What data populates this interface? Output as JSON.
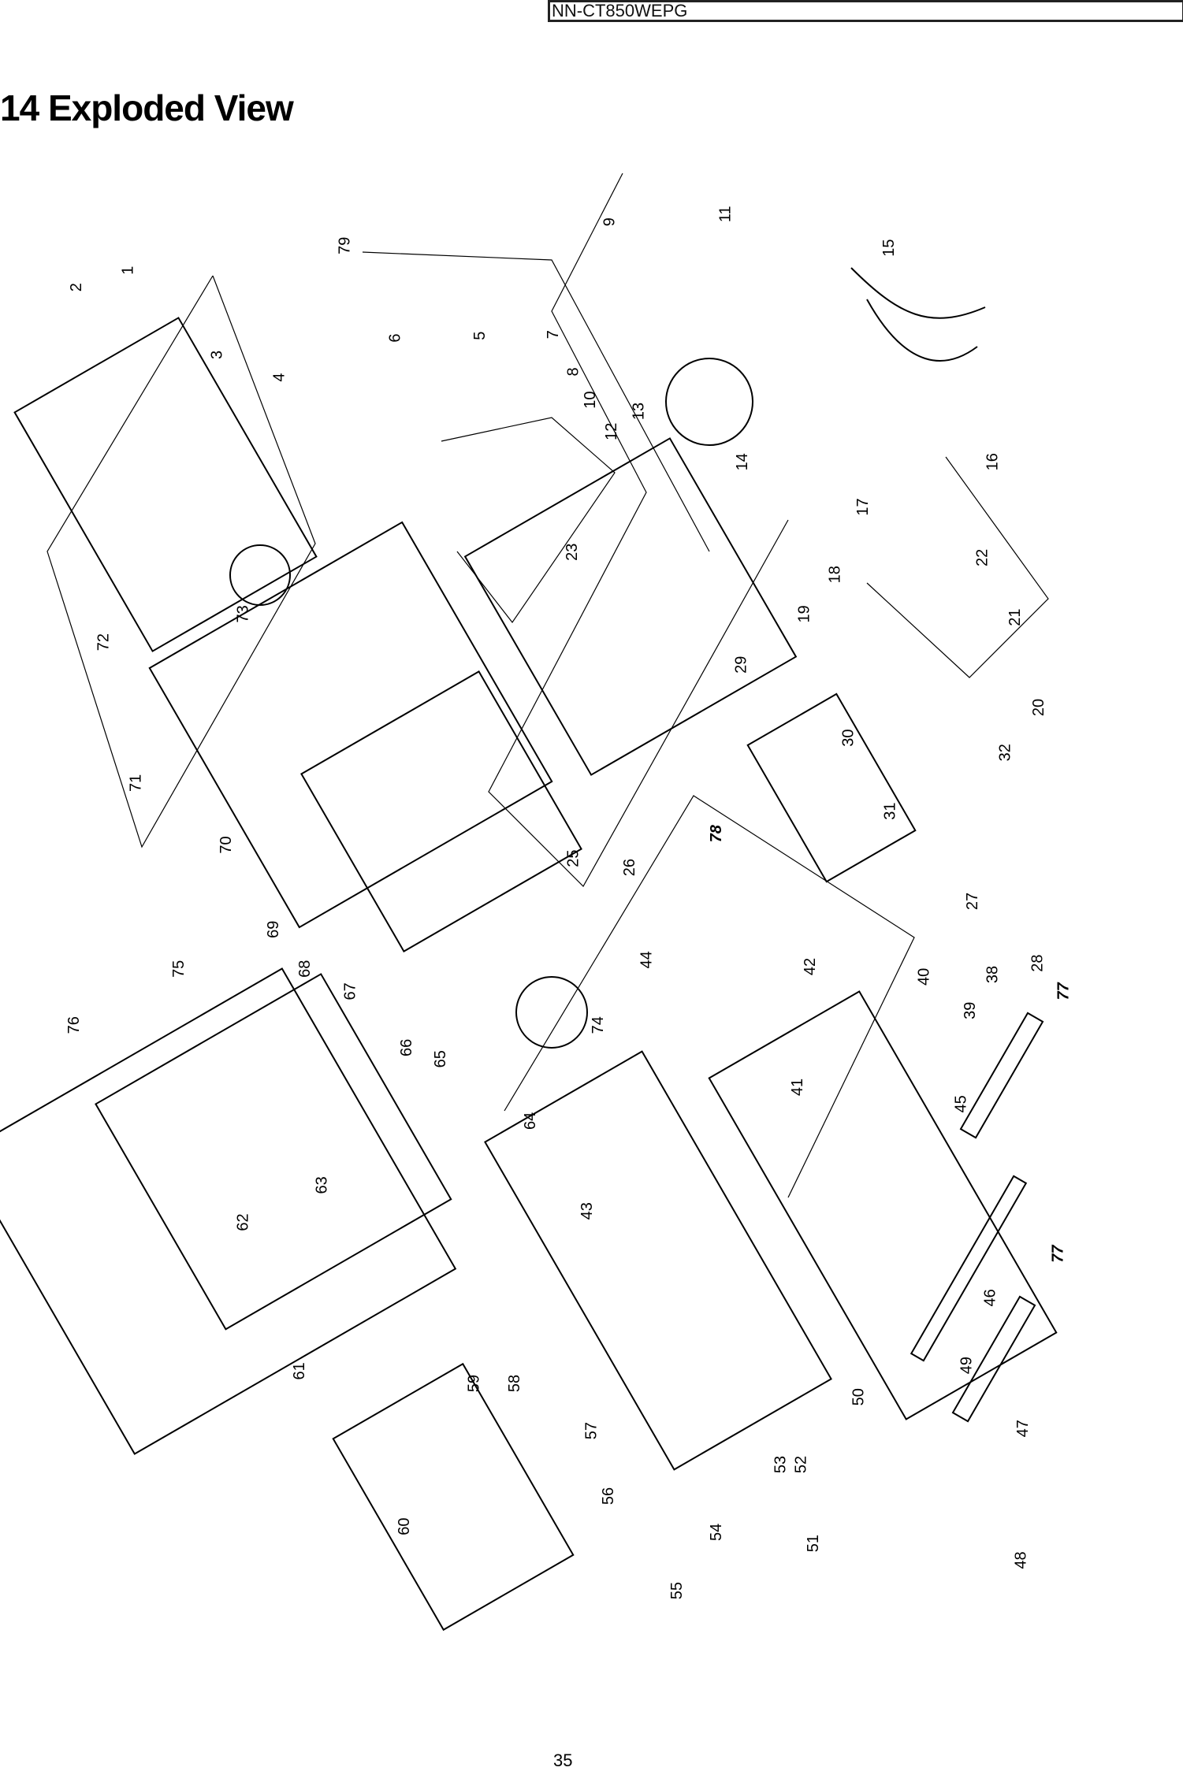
{
  "header": {
    "model": "NN-CT850WEPG"
  },
  "title": "14 Exploded View",
  "page_number": "35",
  "diagram": {
    "part_labels": [
      "1",
      "2",
      "3",
      "4",
      "5",
      "6",
      "7",
      "8",
      "9",
      "10",
      "11",
      "12",
      "13",
      "14",
      "15",
      "16",
      "17",
      "18",
      "19",
      "20",
      "21",
      "22",
      "23",
      "25",
      "26",
      "27",
      "28",
      "29",
      "30",
      "31",
      "32",
      "38",
      "39",
      "40",
      "41",
      "42",
      "43",
      "44",
      "45",
      "46",
      "47",
      "48",
      "49",
      "50",
      "51",
      "52",
      "53",
      "54",
      "55",
      "56",
      "57",
      "58",
      "59",
      "60",
      "61",
      "62",
      "63",
      "64",
      "65",
      "66",
      "67",
      "68",
      "69",
      "70",
      "71",
      "72",
      "73",
      "74",
      "75",
      "76",
      "77",
      "77",
      "78",
      "79"
    ]
  }
}
